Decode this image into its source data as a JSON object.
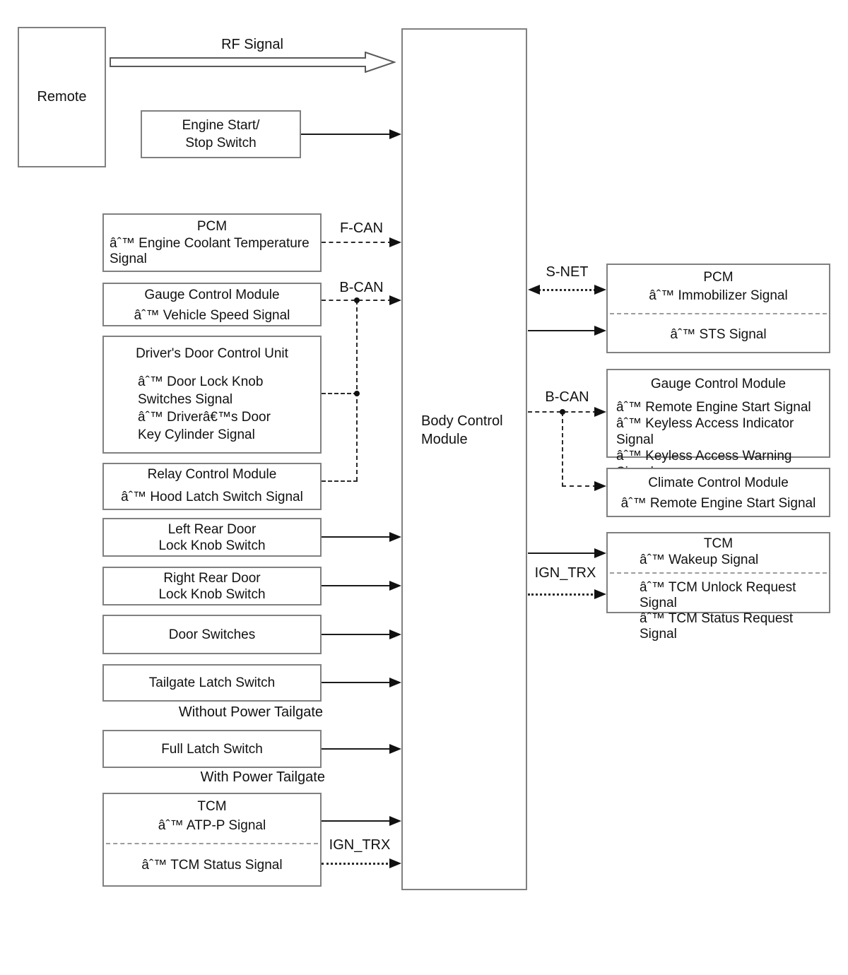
{
  "labels": {
    "rf": "RF Signal",
    "f_can": "F-CAN",
    "b_can_left": "B-CAN",
    "s_net": "S-NET",
    "b_can_right": "B-CAN",
    "ign_trx_left": "IGN_TRX",
    "ign_trx_right": "IGN_TRX",
    "without_power_tailgate": "Without Power Tailgate",
    "with_power_tailgate": "With Power Tailgate"
  },
  "center": {
    "bcm": "Body Control\nModule"
  },
  "left": {
    "remote": "Remote",
    "engine_start": "Engine Start/\nStop Switch",
    "pcm": {
      "title": "PCM",
      "body": "âˆ™ Engine Coolant Temperature\nSignal"
    },
    "gauge": {
      "title": "Gauge Control Module",
      "body": "âˆ™ Vehicle Speed Signal"
    },
    "driver_door": {
      "title": "Driver's Door Control Unit",
      "body": "âˆ™ Door Lock Knob\nSwitches Signal\nâˆ™ Driverâ€™s Door\nKey Cylinder Signal"
    },
    "relay": {
      "title": "Relay Control Module",
      "body": "âˆ™ Hood Latch Switch Signal"
    },
    "left_rear": "Left Rear Door\nLock Knob Switch",
    "right_rear": "Right Rear Door\nLock Knob Switch",
    "door_switches": "Door Switches",
    "tailgate_latch": "Tailgate Latch Switch",
    "full_latch": "Full Latch Switch",
    "tcm": {
      "title": "TCM",
      "body_top": "âˆ™ ATP-P Signal",
      "body_bottom": "âˆ™ TCM Status Signal"
    }
  },
  "right": {
    "pcm": {
      "title": "PCM",
      "body_top": "âˆ™ Immobilizer Signal",
      "body_bottom": "âˆ™ STS Signal"
    },
    "gauge": {
      "title": "Gauge Control Module",
      "body": "âˆ™ Remote Engine Start Signal\nâˆ™ Keyless Access Indicator Signal\nâˆ™ Keyless Access Warning Signal"
    },
    "climate": {
      "title": "Climate Control Module",
      "body": "âˆ™ Remote Engine Start Signal"
    },
    "tcm": {
      "title": "TCM",
      "body_top": "âˆ™ Wakeup Signal",
      "body_bottom": "âˆ™ TCM Unlock Request Signal\nâˆ™ TCM Status Request Signal"
    }
  },
  "colors": {
    "border": "#808080",
    "text": "#111111",
    "line": "#1a1a1a",
    "divider": "#9c9c9c"
  }
}
